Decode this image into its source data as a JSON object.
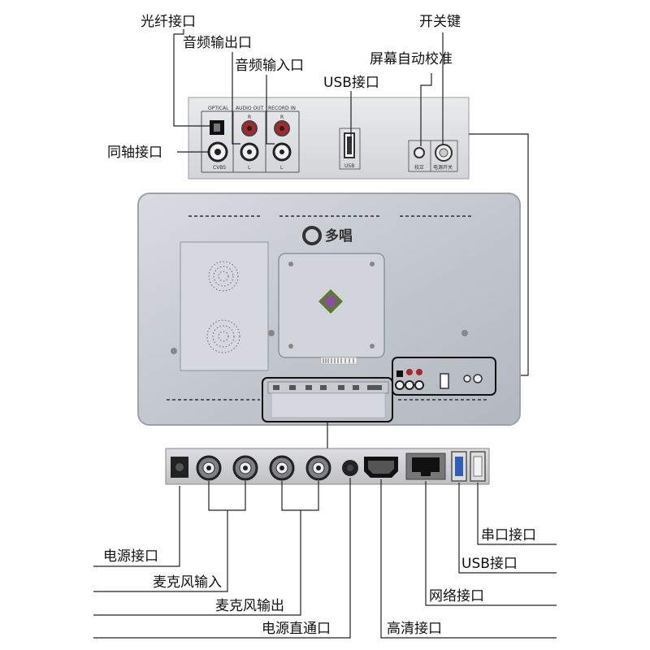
{
  "labels": {
    "optical": "光纤接口",
    "audio_out": "音频输出口",
    "audio_in": "音频输入口",
    "usb_top": "USB接口",
    "power_key": "开关键",
    "screen_calibration": "屏幕自动校准",
    "coaxial": "同轴接口",
    "power_port": "电源接口",
    "mic_in": "麦克风输入",
    "mic_out": "麦克风输出",
    "power_direct": "电源直通口",
    "hdmi": "高清接口",
    "network": "网络接口",
    "usb_bottom": "USB接口",
    "serial": "串口接口"
  },
  "top_panel": {
    "optical": "OPTICAL",
    "audio_out": "AUDIO OUT",
    "record_in": "RECORD IN",
    "cvbs": "CVBS",
    "r": "R",
    "l": "L",
    "usb": "USB",
    "calibrate": "校正",
    "power_switch": "电源开关"
  },
  "device": {
    "brand": "多唱"
  },
  "colors": {
    "panel_bg": "#d8dadc",
    "device_body": "#c5c9d0",
    "highlight_box": "#111111"
  }
}
